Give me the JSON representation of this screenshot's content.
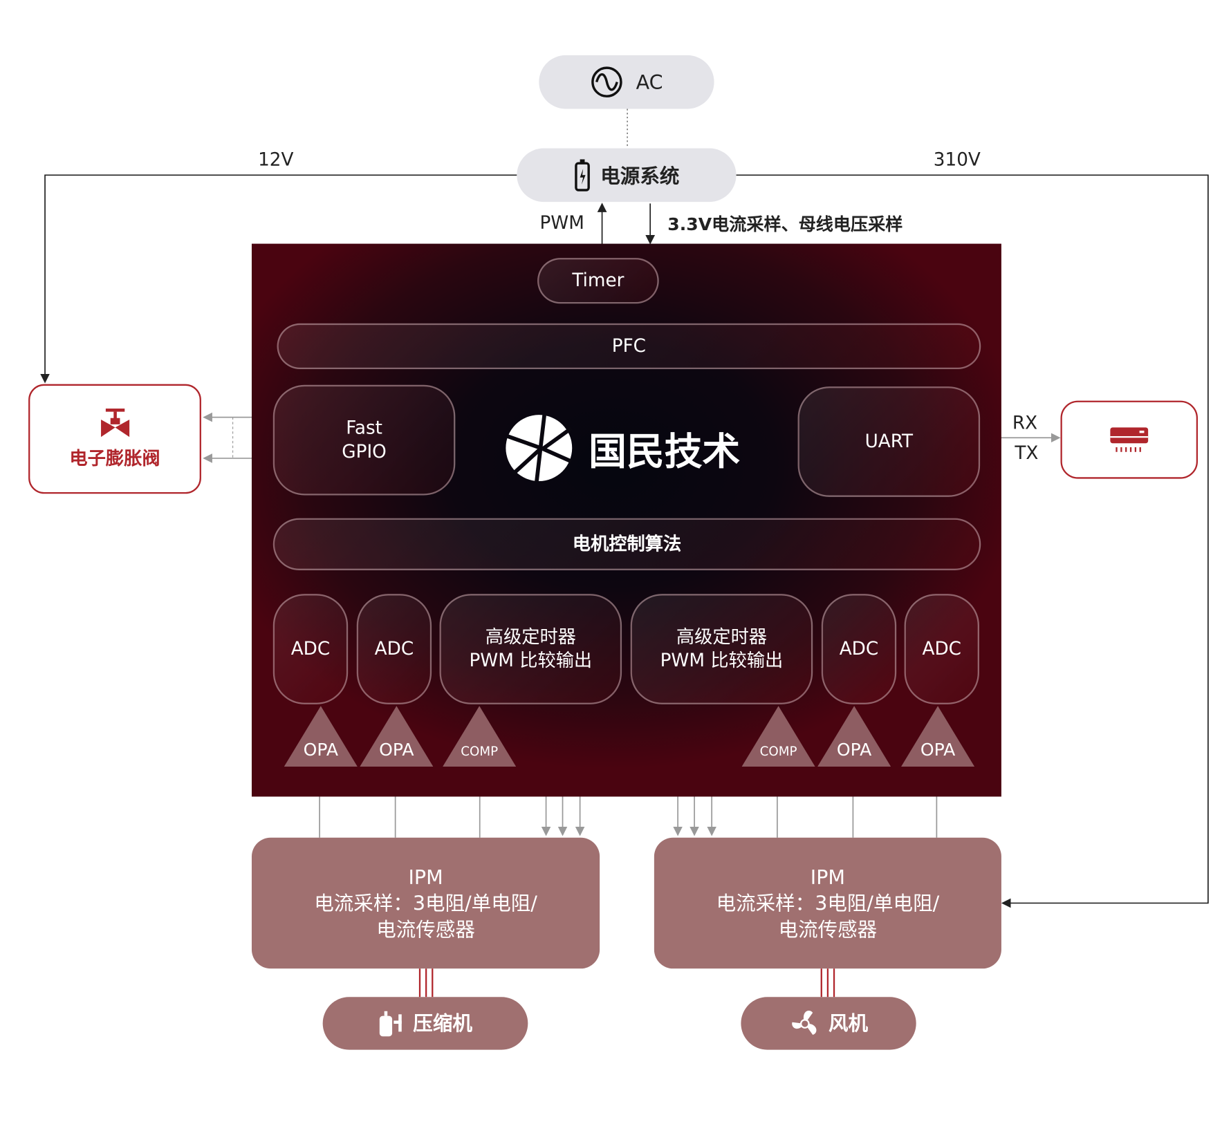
{
  "ac": {
    "label": "AC",
    "icon": "ac-sine-icon"
  },
  "power": {
    "label": "电源系统",
    "icon": "battery-icon"
  },
  "rails": {
    "left": "12V",
    "right": "310V"
  },
  "signals": {
    "pwm": "PWM",
    "sampling": "3.3V电流采样、母线电压采样",
    "rx": "RX",
    "tx": "TX"
  },
  "chip": {
    "timer": "Timer",
    "pfc": "PFC",
    "gpio_line1": "Fast",
    "gpio_line2": "GPIO",
    "uart": "UART",
    "logo_text": "国民技术",
    "motor_algo": "电机控制算法",
    "adc": "ADC",
    "pwm_line1": "高级定时器",
    "pwm_line2": "PWM 比较输出",
    "opa": "OPA",
    "comp": "COMP"
  },
  "valve": {
    "label": "电子膨胀阀",
    "color": "#b0262c"
  },
  "ipm": {
    "title": "IPM",
    "line2": "电流采样：3电阻/单电阻/",
    "line3": "电流传感器"
  },
  "loads": {
    "compressor": "压缩机",
    "fan": "风机"
  },
  "colors": {
    "accent": "#b0262c",
    "ipm": "#a07070",
    "grey_pill": "#e4e4e9"
  }
}
